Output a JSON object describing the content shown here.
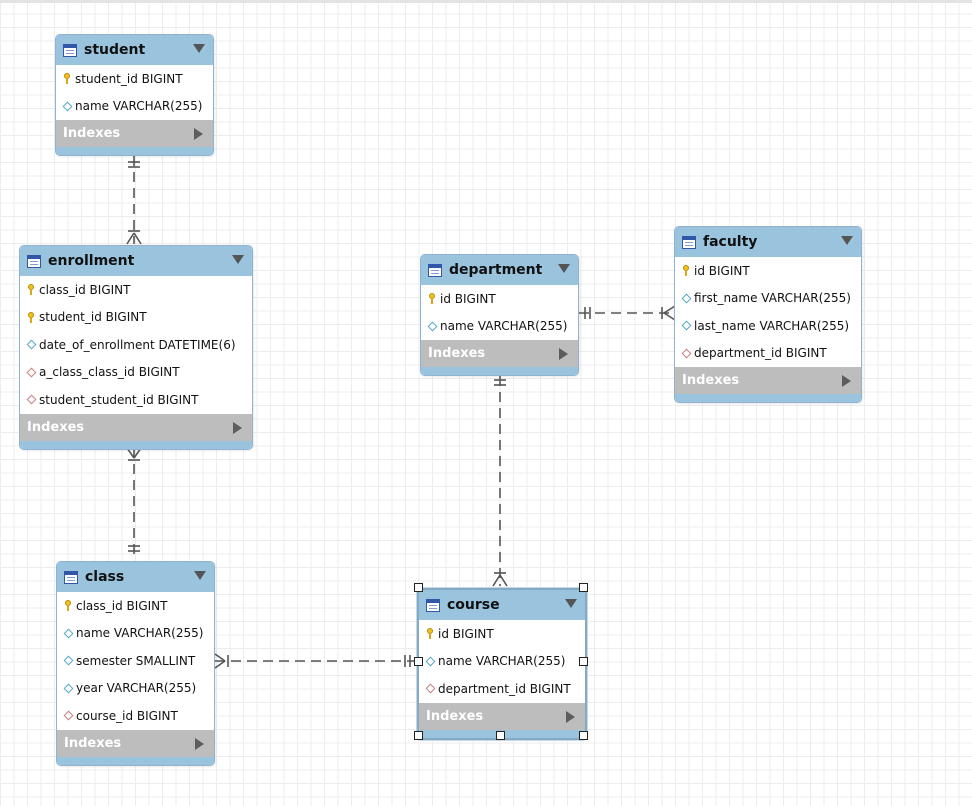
{
  "tables": {
    "student": {
      "name": "student",
      "columns": [
        {
          "label": "student_id BIGINT",
          "kind": "pk"
        },
        {
          "label": "name VARCHAR(255)",
          "kind": "col"
        }
      ],
      "indexes_label": "Indexes"
    },
    "enrollment": {
      "name": "enrollment",
      "columns": [
        {
          "label": "class_id BIGINT",
          "kind": "pk"
        },
        {
          "label": "student_id BIGINT",
          "kind": "pk"
        },
        {
          "label": "date_of_enrollment DATETIME(6)",
          "kind": "col"
        },
        {
          "label": "a_class_class_id BIGINT",
          "kind": "fk"
        },
        {
          "label": "student_student_id BIGINT",
          "kind": "fk"
        }
      ],
      "indexes_label": "Indexes"
    },
    "department": {
      "name": "department",
      "columns": [
        {
          "label": "id BIGINT",
          "kind": "pk"
        },
        {
          "label": "name VARCHAR(255)",
          "kind": "col"
        }
      ],
      "indexes_label": "Indexes"
    },
    "faculty": {
      "name": "faculty",
      "columns": [
        {
          "label": "id BIGINT",
          "kind": "pk"
        },
        {
          "label": "first_name VARCHAR(255)",
          "kind": "col"
        },
        {
          "label": "last_name VARCHAR(255)",
          "kind": "col"
        },
        {
          "label": "department_id BIGINT",
          "kind": "fk"
        }
      ],
      "indexes_label": "Indexes"
    },
    "class": {
      "name": "class",
      "columns": [
        {
          "label": "class_id BIGINT",
          "kind": "pk"
        },
        {
          "label": "name VARCHAR(255)",
          "kind": "col"
        },
        {
          "label": "semester SMALLINT",
          "kind": "col"
        },
        {
          "label": "year VARCHAR(255)",
          "kind": "col"
        },
        {
          "label": "course_id BIGINT",
          "kind": "fk"
        }
      ],
      "indexes_label": "Indexes"
    },
    "course": {
      "name": "course",
      "selected": true,
      "columns": [
        {
          "label": "id BIGINT",
          "kind": "pk"
        },
        {
          "label": "name VARCHAR(255)",
          "kind": "col"
        },
        {
          "label": "department_id BIGINT",
          "kind": "fk"
        }
      ],
      "indexes_label": "Indexes"
    }
  },
  "relationships": [
    {
      "from": "student",
      "to": "enrollment",
      "from_end": "one",
      "to_end": "many"
    },
    {
      "from": "class",
      "to": "enrollment",
      "from_end": "one",
      "to_end": "many"
    },
    {
      "from": "department",
      "to": "faculty",
      "from_end": "one",
      "to_end": "many"
    },
    {
      "from": "department",
      "to": "course",
      "from_end": "one",
      "to_end": "many"
    },
    {
      "from": "course",
      "to": "class",
      "from_end": "one",
      "to_end": "many"
    }
  ],
  "icons": {
    "table": "table-icon",
    "primary_key": "key-icon",
    "column": "diamond-icon",
    "foreign_key": "fk-diamond-icon",
    "collapse": "triangle-down-icon",
    "expand": "triangle-right-icon"
  }
}
